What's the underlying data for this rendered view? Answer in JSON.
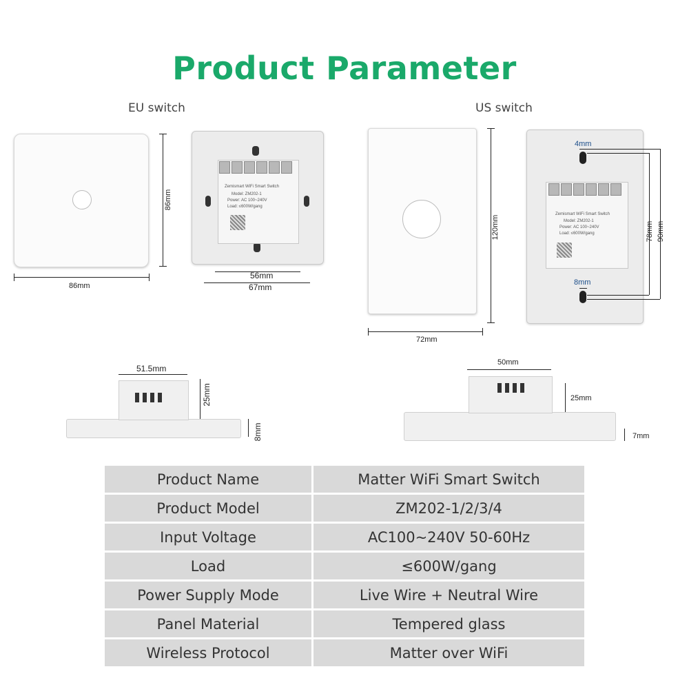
{
  "title": "Product Parameter",
  "eu": {
    "label": "EU switch",
    "front_width": "86mm",
    "front_height": "86mm",
    "back_inner": "56mm",
    "back_outer": "67mm",
    "side_width": "51.5mm",
    "side_depth": "25mm",
    "side_panel": "8mm"
  },
  "us": {
    "label": "US switch",
    "front_width": "72mm",
    "front_height": "120mm",
    "back_top_hole": "4mm",
    "back_bottom_hole": "8mm",
    "back_inner": "78mm",
    "back_outer": "90mm",
    "side_width": "50mm",
    "side_depth": "25mm",
    "side_panel": "7mm"
  },
  "module_text": {
    "brand": "Zemismart WiFi Smart Switch",
    "model": "Model: ZM202-1",
    "power": "Power: AC 100~240V",
    "load": "Load: ≤600W/gang"
  },
  "specs": [
    {
      "key": "Product Name",
      "value": "Matter WiFi Smart Switch"
    },
    {
      "key": "Product Model",
      "value": "ZM202-1/2/3/4"
    },
    {
      "key": "Input Voltage",
      "value": "AC100~240V 50-60Hz"
    },
    {
      "key": "Load",
      "value": "≤600W/gang"
    },
    {
      "key": "Power Supply Mode",
      "value": "Live Wire + Neutral Wire"
    },
    {
      "key": "Panel Material",
      "value": "Tempered glass"
    },
    {
      "key": "Wireless Protocol",
      "value": "Matter over WiFi"
    }
  ]
}
